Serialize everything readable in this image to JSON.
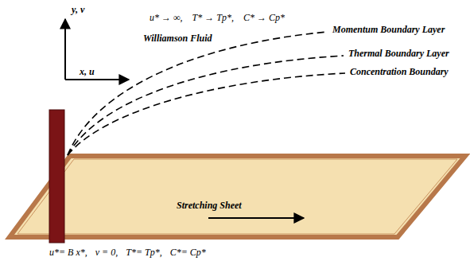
{
  "diagram": {
    "labels": [
      "y, v",
      "x, u",
      "u* → ∞,",
      "T* → Tp*,",
      "C* → Cp*",
      "Williamson Fluid",
      "Momentum Boundary Layer",
      "Thermal Boundary Layer",
      "Concentration Boundary",
      "Stretching Sheet",
      "u*= B x*,",
      "v = 0,",
      "T*= Tp*,",
      "C*= Cp*"
    ]
  }
}
